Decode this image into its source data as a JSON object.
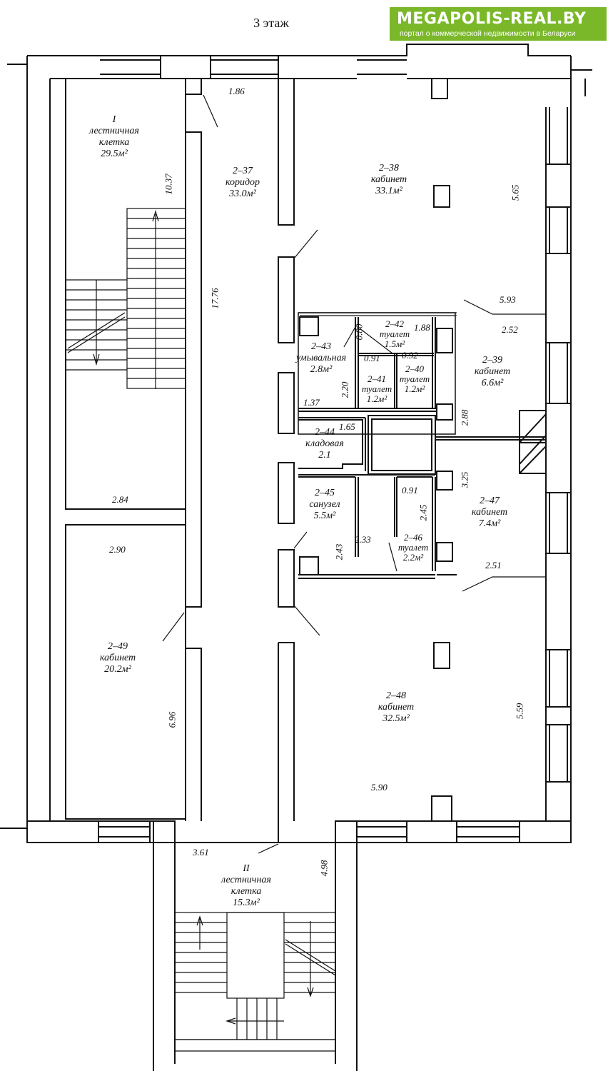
{
  "title": "3 этаж",
  "brand": {
    "name": "MEGAPOLIS-REAL.BY",
    "tagline": "портал о коммерческой недвижимости в Беларуси",
    "color": "#7ab829"
  },
  "rooms": {
    "r1": {
      "l1": "I",
      "l2": "лестничная",
      "l3": "клетка",
      "l4": "29.5м²"
    },
    "r237": {
      "l1": "2–37",
      "l2": "коридор",
      "l3": "33.0м²"
    },
    "r238": {
      "l1": "2–38",
      "l2": "кабинет",
      "l3": "33.1м²"
    },
    "r239": {
      "l1": "2–39",
      "l2": "кабинет",
      "l3": "6.6м²"
    },
    "r240": {
      "l1": "2–40",
      "l2": "туалет",
      "l3": "1.2м²"
    },
    "r241": {
      "l1": "2–41",
      "l2": "туалет",
      "l3": "1.2м²"
    },
    "r242": {
      "l1": "2–42",
      "l2": "туалет",
      "l3": "1.5м²"
    },
    "r243": {
      "l1": "2–43",
      "l2": "умывальная",
      "l3": "2.8м²"
    },
    "r244": {
      "l1": "2–44",
      "l2": "кладовая",
      "l3": "2.1"
    },
    "r245": {
      "l1": "2–45",
      "l2": "санузел",
      "l3": "5.5м²"
    },
    "r246": {
      "l1": "2–46",
      "l2": "туалет",
      "l3": "2.2м²"
    },
    "r247": {
      "l1": "2–47",
      "l2": "кабинет",
      "l3": "7.4м²"
    },
    "r248": {
      "l1": "2–48",
      "l2": "кабинет",
      "l3": "32.5м²"
    },
    "r249": {
      "l1": "2–49",
      "l2": "кабинет",
      "l3": "20.2м²"
    },
    "r2": {
      "l1": "II",
      "l2": "лестничная",
      "l3": "клетка",
      "l4": "15.3м²"
    }
  },
  "dims": {
    "d186": "1.86",
    "d1037": "10.37",
    "d565": "5.65",
    "d1776": "17.76",
    "d593": "5.93",
    "d252": "2.52",
    "d080": "0.80",
    "d188": "1.88",
    "d091a": "0.91",
    "d092": "0.92",
    "d220": "2.20",
    "d137": "1.37",
    "d165": "1.65",
    "d288": "2.88",
    "d325": "3.25",
    "d091b": "0.91",
    "d245": "2.45",
    "d233": "2.33",
    "d243": "2.43",
    "d251": "2.51",
    "d284": "2.84",
    "d290": "2.90",
    "d696": "6.96",
    "d559": "5.59",
    "d590": "5.90",
    "d361": "3.61",
    "d498": "4.98"
  }
}
